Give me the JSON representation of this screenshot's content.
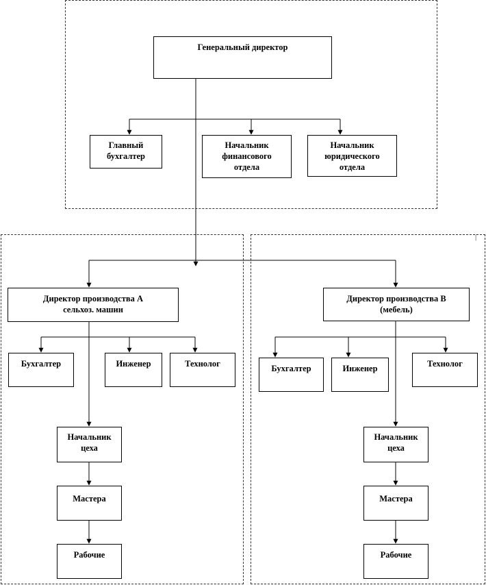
{
  "nodes": {
    "general_director": "Генеральный директор",
    "chief_accountant": "Главный\nбухгалтер",
    "head_finance": "Начальник\nфинансового\nотдела",
    "head_legal": "Начальник\nюридического\nотдела",
    "director_a": "Директор производства А\nсельхоз. машин",
    "director_b": "Директор производства В\n(мебель)",
    "a_accountant": "Бухгалтер",
    "a_engineer": "Инженер",
    "a_technologist": "Технолог",
    "a_shop_head": "Начальник\nцеха",
    "a_masters": "Мастера",
    "a_workers": "Рабочие",
    "b_accountant": "Бухгалтер",
    "b_engineer": "Инженер",
    "b_technologist": "Технолог",
    "b_shop_head": "Начальник\nцеха",
    "b_masters": "Мастера",
    "b_workers": "Рабочие"
  },
  "corner_mark": "|"
}
